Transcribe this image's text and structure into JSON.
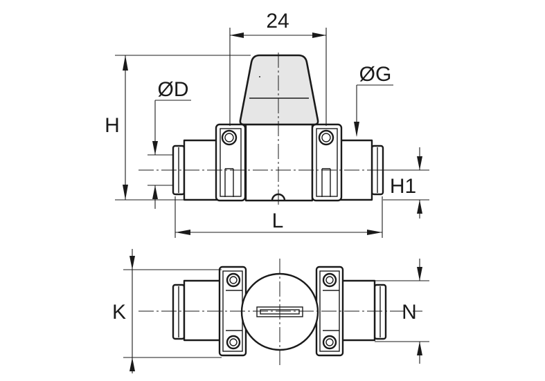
{
  "labels": {
    "width_top": "24",
    "diameter_g": "ØG",
    "diameter_d": "ØD",
    "height_h": "H",
    "height_h1": "H1",
    "length_l": "L",
    "width_k": "K",
    "width_n": "N"
  },
  "colors": {
    "line": "#1a1a1a",
    "handle_fill": "#e6e6e6",
    "background": "#ffffff"
  }
}
